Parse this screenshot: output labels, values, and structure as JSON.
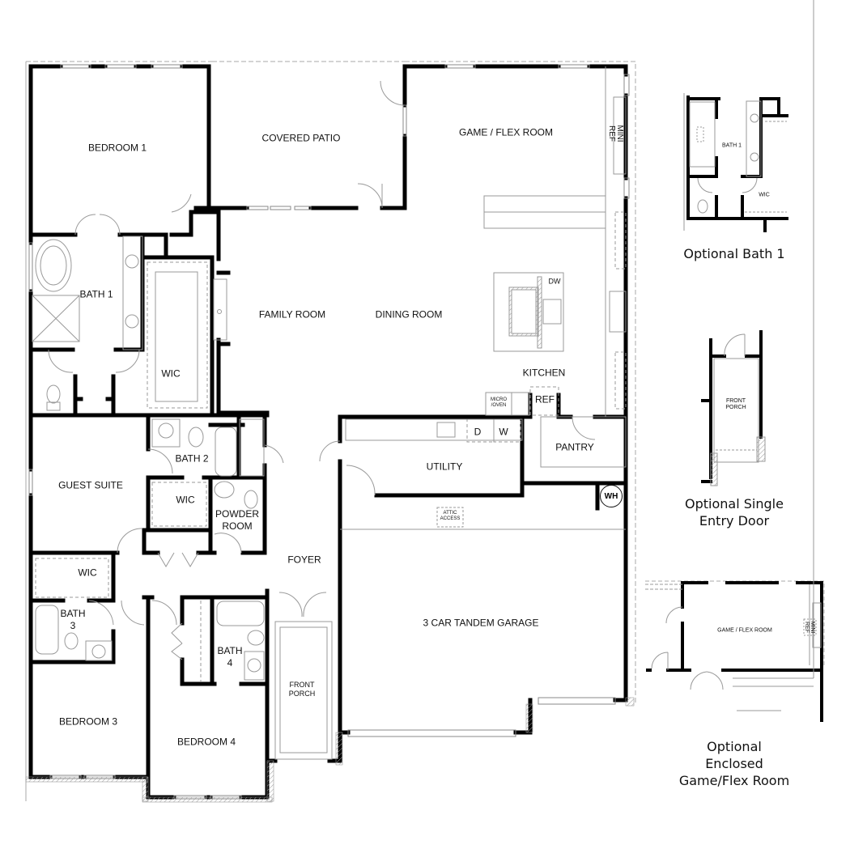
{
  "plan": {
    "rooms": {
      "bedroom1": "BEDROOM 1",
      "covered_patio": "COVERED PATIO",
      "game_flex_room": "GAME / FLEX ROOM",
      "mini_ref": "MINI\nREF",
      "bath1": "BATH 1",
      "wic_master": "WIC",
      "family_room": "FAMILY ROOM",
      "dining_room": "DINING ROOM",
      "dw": "DW",
      "kitchen": "KITCHEN",
      "micro_oven": "MICRO\n/OVEN",
      "ref": "REF",
      "guest_suite": "GUEST SUITE",
      "bath2": "BATH 2",
      "wic_guest": "WIC",
      "powder_room": "POWDER\nROOM",
      "utility": "UTILITY",
      "dryer": "D",
      "washer": "W",
      "pantry": "PANTRY",
      "water_heater": "WH",
      "attic_access": "ATTIC\nACCESS",
      "foyer": "FOYER",
      "wic_bed3": "WIC",
      "bath3": "BATH\n3",
      "bath4": "BATH\n4",
      "garage": "3 CAR TANDEM GARAGE",
      "front_porch": "FRONT\nPORCH",
      "bedroom3": "BEDROOM 3",
      "bedroom4": "BEDROOM 4"
    }
  },
  "options": [
    {
      "caption": "Optional Bath 1",
      "labels": {
        "bath1": "BATH 1",
        "wic": "WIC"
      }
    },
    {
      "caption": "Optional Single Entry Door",
      "labels": {
        "front_porch": "FRONT\nPORCH"
      }
    },
    {
      "caption": "Optional Enclosed\nGame/Flex Room",
      "labels": {
        "game_flex_room": "GAME / FLEX ROOM",
        "mini_ref": "MINI\nREF"
      }
    }
  ],
  "colors": {
    "wall": "#000000",
    "fixture": "#9a9a9a",
    "background": "#ffffff"
  }
}
